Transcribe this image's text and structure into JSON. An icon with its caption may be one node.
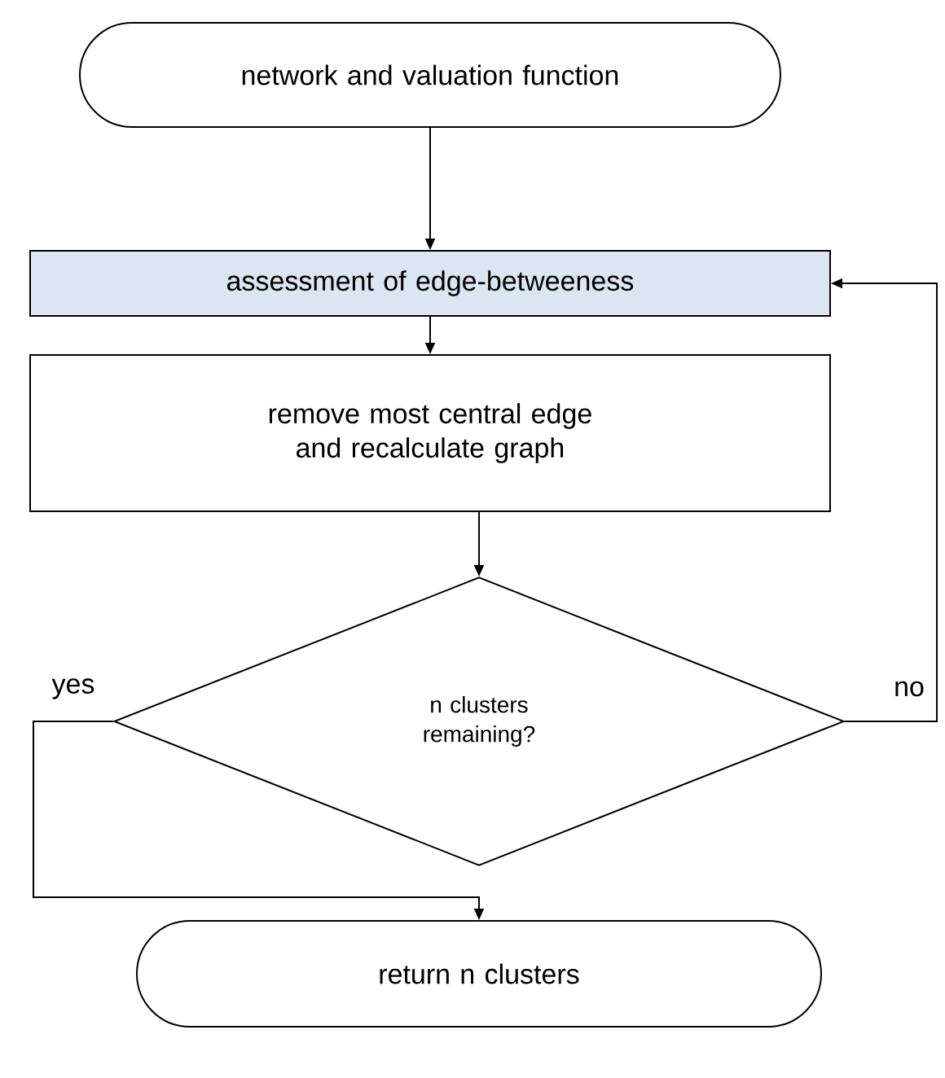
{
  "diagram": {
    "nodes": [
      {
        "text": [
          "network and valuation function"
        ]
      },
      {
        "text": [
          "assessment of edge-betweeness"
        ]
      },
      {
        "text": [
          "remove most central edge and recalculate graph"
        ]
      },
      {
        "text": [
          "n clusters remaining?"
        ]
      },
      {
        "text": [
          "return n clusters"
        ]
      }
    ],
    "edges": [
      {
        "from": 0,
        "to": 1,
        "arrow": "to"
      },
      {
        "from": 1,
        "to": 2,
        "arrow": "to"
      },
      {
        "from": 2,
        "to": 3,
        "arrow": "to"
      },
      {
        "from": 3,
        "to": 1,
        "arrow": "to",
        "label": "no"
      },
      {
        "from": 3,
        "to": 4,
        "arrow": "to",
        "label": "yes"
      }
    ]
  }
}
